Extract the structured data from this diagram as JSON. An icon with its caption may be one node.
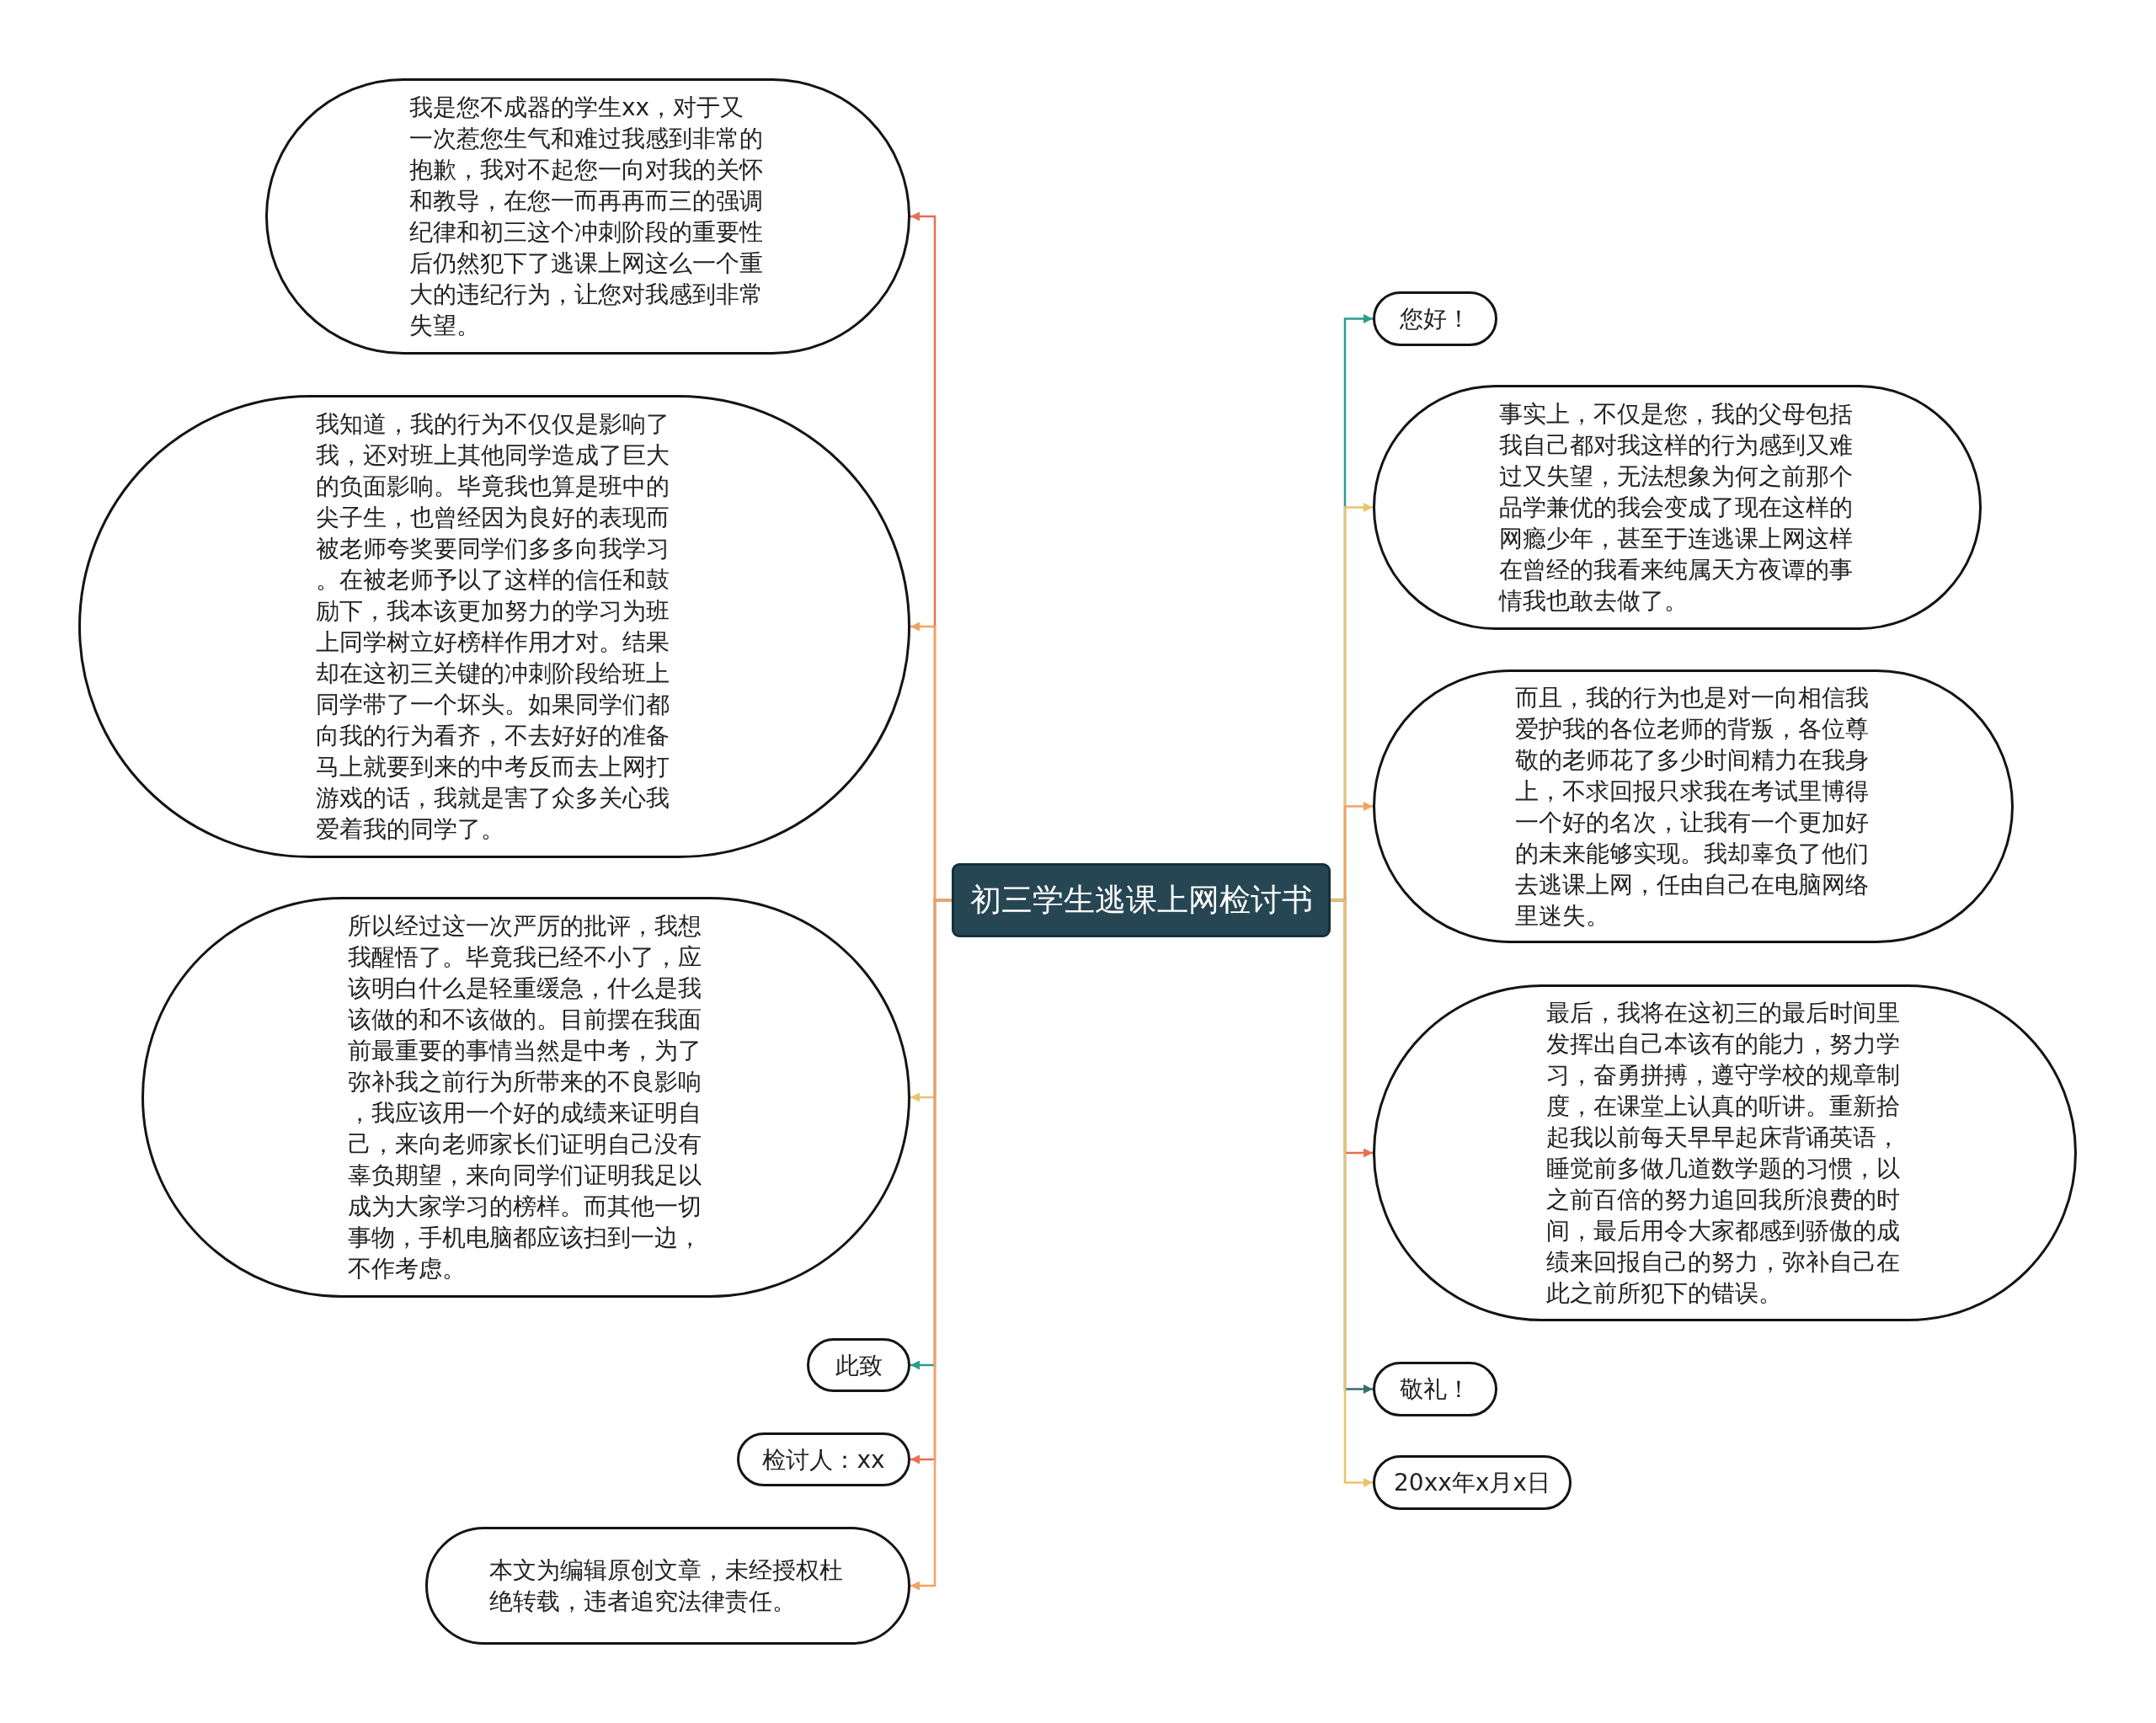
{
  "diagram": {
    "nodes": [
      {
        "text": [
          "初三学生逃课上网检讨书"
        ]
      },
      {
        "text": [
          "我是您不成器的学生xx，对于又一次惹您生气和难过我感到非常的抱歉，我对不起您一向对我的关怀和教导，在您一而再再而三的强调纪律和初三这个冲刺阶段的重要性后仍然犯下了逃课上网这么一个重大的违纪行为，让您对我感到非常失望。"
        ]
      },
      {
        "text": [
          "我知道，我的行为不仅仅是影响了我，还对班上其他同学造成了巨大的负面影响。毕竟我也算是班中的尖子生，也曾经因为良好的表现而被老师夸奖要同学们多多向我学习。在被老师予以了这样的信任和鼓励下，我本该更加努力的学习为班上同学树立好榜样作用才对。结果却在这初三关键的冲刺阶段给班上同学带了一个坏头。如果同学们都向我的行为看齐，不去好好的准备马上就要到来的中考反而去上网打游戏的话，我就是害了众多关心我爱着我的同学了。"
        ]
      },
      {
        "text": [
          "所以经过这一次严厉的批评，我想我醒悟了。毕竟我已经不小了，应该明白什么是轻重缓急，什么是我该做的和不该做的。目前摆在我面前最重要的事情当然是中考，为了弥补我之前行为所带来的不良影响，我应该用一个好的成绩来证明自己，来向老师家长们证明自己没有辜负期望，来向同学们证明我足以成为大家学习的榜样。而其他一切事物，手机电脑都应该扫到一边，不作考虑。"
        ]
      },
      {
        "text": [
          "此致"
        ]
      },
      {
        "text": [
          "检讨人：xx"
        ]
      },
      {
        "text": [
          "本文为编辑原创文章，未经授权杜绝转载，违者追究法律责任。"
        ]
      },
      {
        "text": [
          "您好！"
        ]
      },
      {
        "text": [
          "事实上，不仅是您，我的父母包括我自己都对我这样的行为感到又难过又失望，无法想象为何之前那个品学兼优的我会变成了现在这样的网瘾少年，甚至于连逃课上网这样在曾经的我看来纯属天方夜谭的事情我也敢去做了。"
        ]
      },
      {
        "text": [
          "而且，我的行为也是对一向相信我爱护我的各位老师的背叛，各位尊敬的老师花了多少时间精力在我身上，不求回报只求我在考试里博得一个好的名次，让我有一个更加好的未来能够实现。我却辜负了他们去逃课上网，任由自己在电脑网络里迷失。"
        ]
      },
      {
        "text": [
          "最后，我将在这初三的最后时间里发挥出自己本该有的能力，努力学习，奋勇拼搏，遵守学校的规章制度，在课堂上认真的听讲。重新拾起我以前每天早早起床背诵英语，睡觉前多做几道数学题的习惯，以之前百倍的努力追回我所浪费的时间，最后用令大家都感到骄傲的成绩来回报自己的努力，弥补自己在此之前所犯下的错误。"
        ]
      },
      {
        "text": [
          "敬礼！"
        ]
      },
      {
        "text": [
          "20xx年x月x日"
        ]
      }
    ],
    "edges": [
      {
        "from": 0,
        "to": 1,
        "arrow": "to",
        "color": "#e76f51"
      },
      {
        "from": 0,
        "to": 2,
        "arrow": "to",
        "color": "#f4a261"
      },
      {
        "from": 0,
        "to": 3,
        "arrow": "to",
        "color": "#e9c46a"
      },
      {
        "from": 0,
        "to": 4,
        "arrow": "to",
        "color": "#2a9d8f"
      },
      {
        "from": 0,
        "to": 5,
        "arrow": "to",
        "color": "#e76f51"
      },
      {
        "from": 0,
        "to": 6,
        "arrow": "to",
        "color": "#f4a261"
      },
      {
        "from": 0,
        "to": 7,
        "arrow": "to",
        "color": "#2a9d8f"
      },
      {
        "from": 0,
        "to": 8,
        "arrow": "to",
        "color": "#e9c46a"
      },
      {
        "from": 0,
        "to": 9,
        "arrow": "to",
        "color": "#f4a261"
      },
      {
        "from": 0,
        "to": 10,
        "arrow": "to",
        "color": "#e76f51"
      },
      {
        "from": 0,
        "to": 11,
        "arrow": "to",
        "color": "#3d6b73"
      },
      {
        "from": 0,
        "to": 12,
        "arrow": "to",
        "color": "#e9c46a"
      }
    ]
  }
}
